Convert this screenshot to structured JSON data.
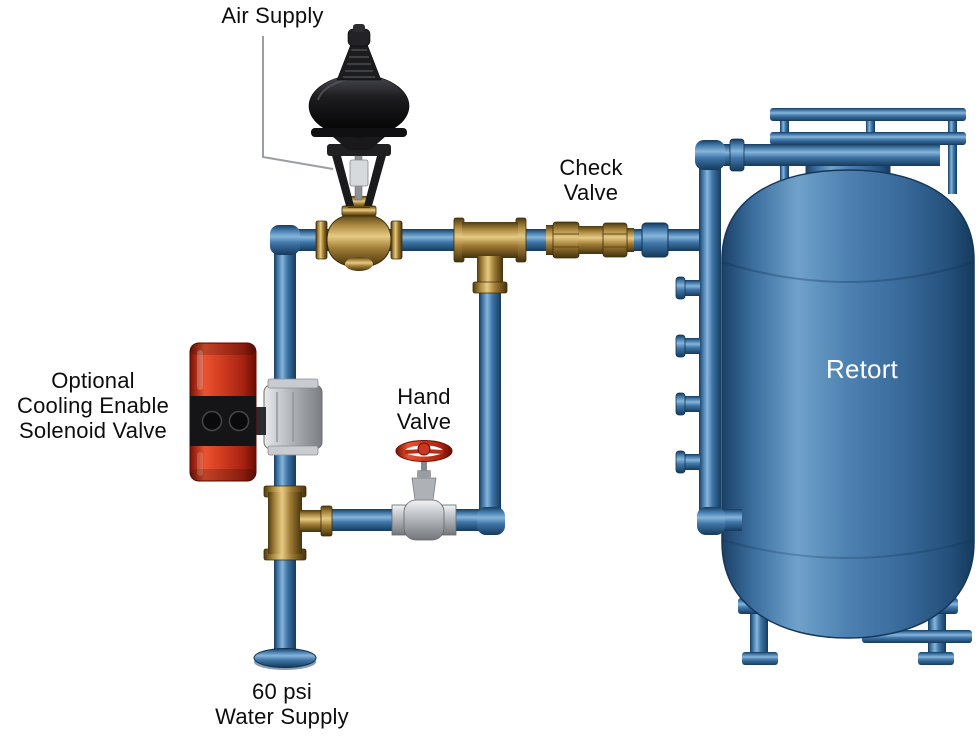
{
  "diagram": {
    "labels": {
      "air_supply": "Air Supply",
      "check_valve_l1": "Check",
      "check_valve_l2": "Valve",
      "retort": "Retort",
      "solenoid_l1": "Optional",
      "solenoid_l2": "Cooling Enable",
      "solenoid_l3": "Solenoid Valve",
      "hand_valve_l1": "Hand",
      "hand_valve_l2": "Valve",
      "water_supply_l1": "60 psi",
      "water_supply_l2": "Water Supply"
    },
    "components": [
      "air-supply-leader-line",
      "diaphragm-actuator",
      "control-valve",
      "check-valve",
      "inline-tee-fitting",
      "bypass-tee-fitting",
      "hand-valve",
      "solenoid-valve",
      "retort-vessel",
      "sparger-pipe",
      "water-supply-inlet-flange",
      "pipe-network"
    ],
    "colors": {
      "pipe_blue": "#3f76a8",
      "pipe_blue_dark": "#153a5c",
      "pipe_blue_light": "#87b5da",
      "brass": "#a8853d",
      "brass_light": "#e6cb84",
      "valve_red": "#cf3a1f",
      "actuator_black": "#161618",
      "metal_silver": "#c9ccd0",
      "vessel_blue": "#4d81b1",
      "label_text": "#0d0d0d",
      "retort_text": "#ffffff",
      "background": "#ffffff"
    }
  }
}
